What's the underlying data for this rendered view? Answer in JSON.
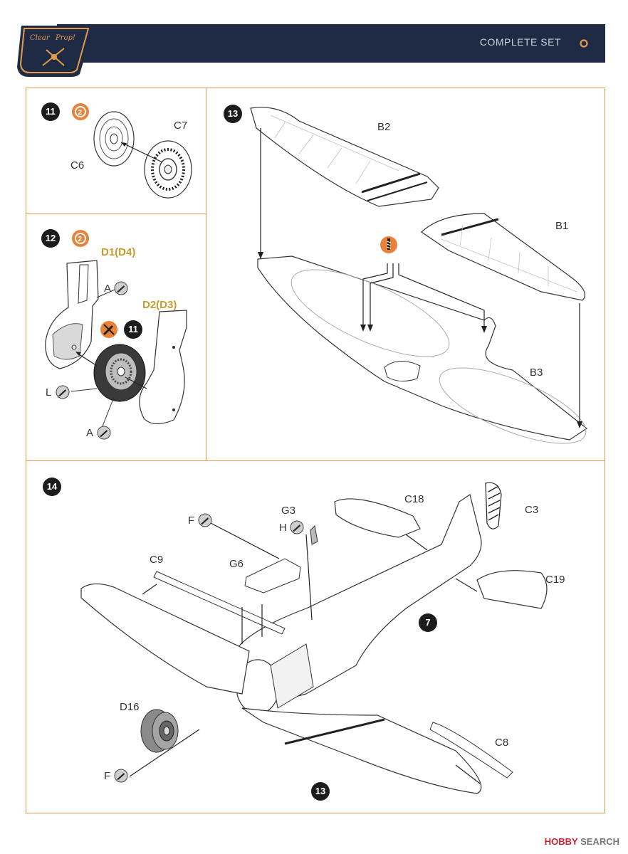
{
  "header": {
    "title": "COMPLETE SET",
    "logo_text_1": "Clear",
    "logo_text_2": "Prop!"
  },
  "steps": {
    "s11": {
      "num": "11",
      "labels": {
        "c6": "C6",
        "c7": "C7"
      }
    },
    "s12": {
      "num": "12",
      "labels": {
        "d1": "D1(D4)",
        "d2": "D2(D3)",
        "a1": "A",
        "l": "L",
        "a2": "A",
        "ref": "11"
      }
    },
    "s13": {
      "num": "13",
      "labels": {
        "b1": "B1",
        "b2": "B2",
        "b3": "B3"
      }
    },
    "s14": {
      "num": "14",
      "ref7": "7",
      "ref13": "13",
      "labels": {
        "f1": "F",
        "g3": "G3",
        "h": "H",
        "g6": "G6",
        "c9": "C9",
        "c18": "C18",
        "c3": "C3",
        "c19": "C19",
        "d16": "D16",
        "c8": "C8",
        "f2": "F"
      }
    }
  },
  "footer": {
    "brand": "HOBBY",
    "brand2": "SEARCH"
  },
  "colors": {
    "navy": "#1f2b44",
    "orange": "#e39a4b",
    "gold": "#c99a2e",
    "glue": "#e8823a"
  }
}
